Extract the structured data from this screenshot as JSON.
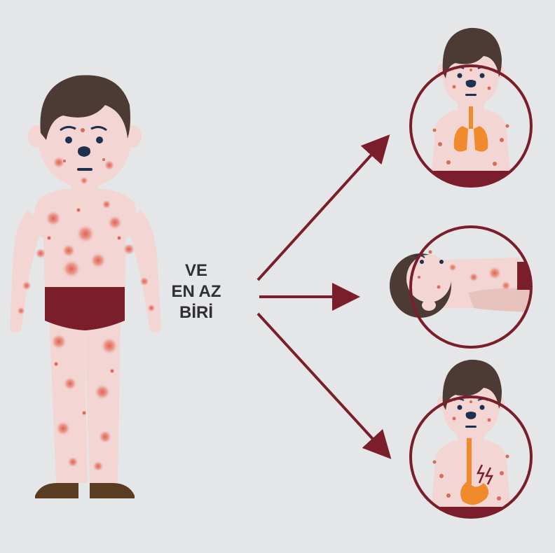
{
  "center_label": {
    "line1": "VE",
    "line2": "EN AZ",
    "line3": "BİRİ"
  },
  "colors": {
    "background": "#e5e6e8",
    "skin": "#f3d6d3",
    "hair": "#4b3b34",
    "underwear": "#7a1e2c",
    "rash": "#d96a5c",
    "outline": "#7a1e2c",
    "organ": "#f08a2c",
    "shoe": "#5a3c22",
    "eye": "#1f2f4f"
  },
  "icons": {
    "main_figure": "child-with-rash-icon",
    "outcome_top": "lungs-pneumonia-icon",
    "outcome_middle": "lying-child-brain-icon",
    "outcome_bottom": "stomach-pain-icon"
  }
}
